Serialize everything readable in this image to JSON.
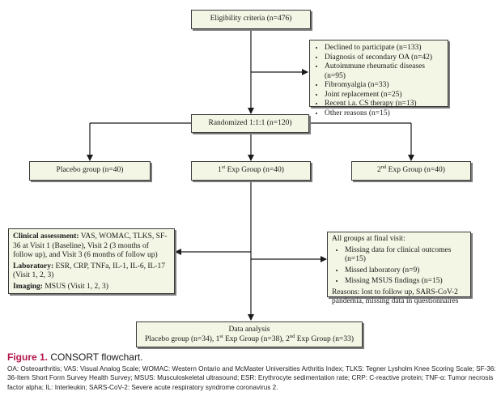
{
  "eligibility": {
    "text": "Eligibility criteria (n=476)"
  },
  "exclusions": {
    "items": [
      "Declined to participate (n=133)",
      "Diagnosis of secondary OA (n=42)",
      "Autoimmune rheumatic diseases (n=95)",
      "Fibromyalgia (n=33)",
      "Joint replacement (n=25)",
      "Recent i.a. CS therapy (n=13)",
      "Other reasons (n=15)"
    ]
  },
  "randomized": {
    "text": "Randomized 1:1:1 (n=120)"
  },
  "groups": {
    "placebo": "Placebo group (n=40)",
    "exp1_prefix": "1",
    "exp1_sup": "st",
    "exp1_rest": " Exp Group (n=40)",
    "exp2_prefix": "2",
    "exp2_sup": "nd",
    "exp2_rest": " Exp Group (n=40)"
  },
  "assessment": {
    "clinical_label": "Clinical assessment:",
    "clinical_text": " VAS, WOMAC, TLKS, SF-36 at Visit 1 (Baseline), Visit 2 (3 months of follow up), and Visit 3 (6 months of follow up)",
    "lab_label": "Laboratory:",
    "lab_text": " ESR, CRP, TNFa, IL-1, IL-6, IL-17 (Visit 1, 2, 3)",
    "imaging_label": "Imaging:",
    "imaging_text": " MSUS (Visit 1, 2, 3)"
  },
  "final_visit": {
    "title": "All groups at final visit:",
    "items": [
      "Missing data for clinical outcomes (n=15)",
      "Missed laboratory (n=9)",
      "Missing MSUS findings (n=15)"
    ],
    "reasons": "Reasons: lost to follow up, SARS-CoV-2 pandemia, missing data in questionnaires"
  },
  "analysis": {
    "title": "Data analysis",
    "line_a": "Placebo group (n=34), 1",
    "sup_a": "st",
    "line_b": " Exp Group (n=38), 2",
    "sup_b": "nd",
    "line_c": " Exp Group (n=33)"
  },
  "caption": {
    "figure_label": "Figure 1.",
    "title": " CONSORT flowchart."
  },
  "footnote": {
    "text": "OA: Osteoarthritis; VAS: Visual Analog Scale; WOMAC: Western Ontario and McMaster Universities Arthritis Index; TLKS: Tegner Lysholm Knee Scoring Scale; SF-36: 36-Item Short Form Survey Health Survey; MSUS: Musculoskeletal ultrasound; ESR: Erythrocyte sedimentation rate; CRP: C-reactive protein; TNF-α: Tumor necrosis factor alpha; IL: Interleukin; SARS-CoV-2: Severe acute respiratory syndrome coronavirus 2."
  },
  "colors": {
    "box_fill": "#f3f6e4",
    "figure_label": "#b3174a",
    "line": "#1a1a1a"
  }
}
